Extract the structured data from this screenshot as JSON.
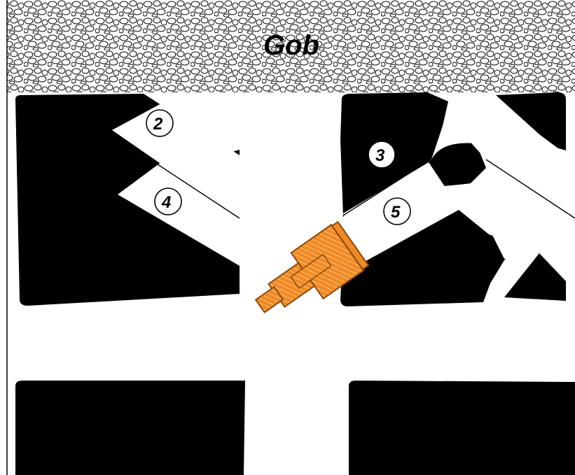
{
  "diagram": {
    "gob_label": "Gob",
    "colors": {
      "pillar": "#000000",
      "entry": "#ffffff",
      "gob_fill": "#ffffff",
      "gob_stone": "#000000",
      "miner_body": "#f08a24",
      "miner_hatch": "#ffd8a8",
      "miner_outline": "#8a4a0a"
    },
    "cut_labels": [
      {
        "id": "cut-2",
        "text": "2"
      },
      {
        "id": "cut-3",
        "text": "3"
      },
      {
        "id": "cut-4",
        "text": "4"
      },
      {
        "id": "cut-5",
        "text": "5"
      }
    ],
    "equipment": {
      "icon": "continuous-miner-icon"
    }
  }
}
